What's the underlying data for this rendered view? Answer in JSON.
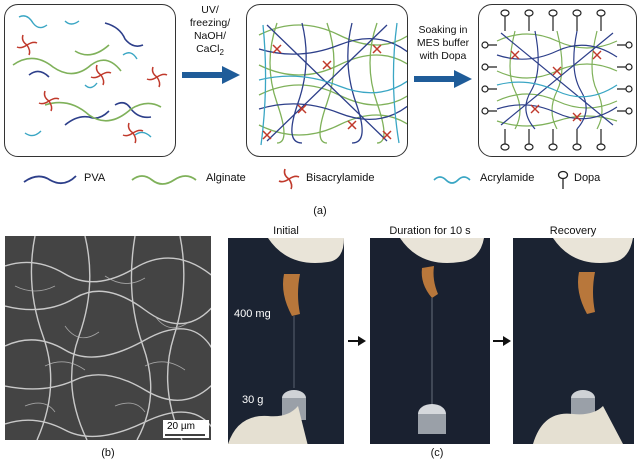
{
  "top": {
    "step1_lines": [
      "UV/",
      "freezing/",
      "NaOH/",
      "CaCl"
    ],
    "step1_sub": "2",
    "step2_lines": [
      "Soaking in",
      "MES buffer",
      "with Dopa"
    ],
    "legend": [
      {
        "label": "PVA",
        "color": "#2d3f8a"
      },
      {
        "label": "Alginate",
        "color": "#7fb15a"
      },
      {
        "label": "Bisacrylamide",
        "color": "#c0392b"
      },
      {
        "label": "Acrylamide",
        "color": "#3aa6c4"
      },
      {
        "label": "Dopa",
        "color": "#222222"
      }
    ],
    "caption": "(a)"
  },
  "bottom": {
    "sem_scale": "20 µm",
    "caption_b": "(b)",
    "caption_c": "(c)",
    "panel_titles": [
      "Initial",
      "Duration for 10 s",
      "Recovery"
    ],
    "weight_labels": [
      "400 mg",
      "30 g"
    ]
  },
  "colors": {
    "arrow": "#1f5c99",
    "frame_border": "#333333"
  }
}
